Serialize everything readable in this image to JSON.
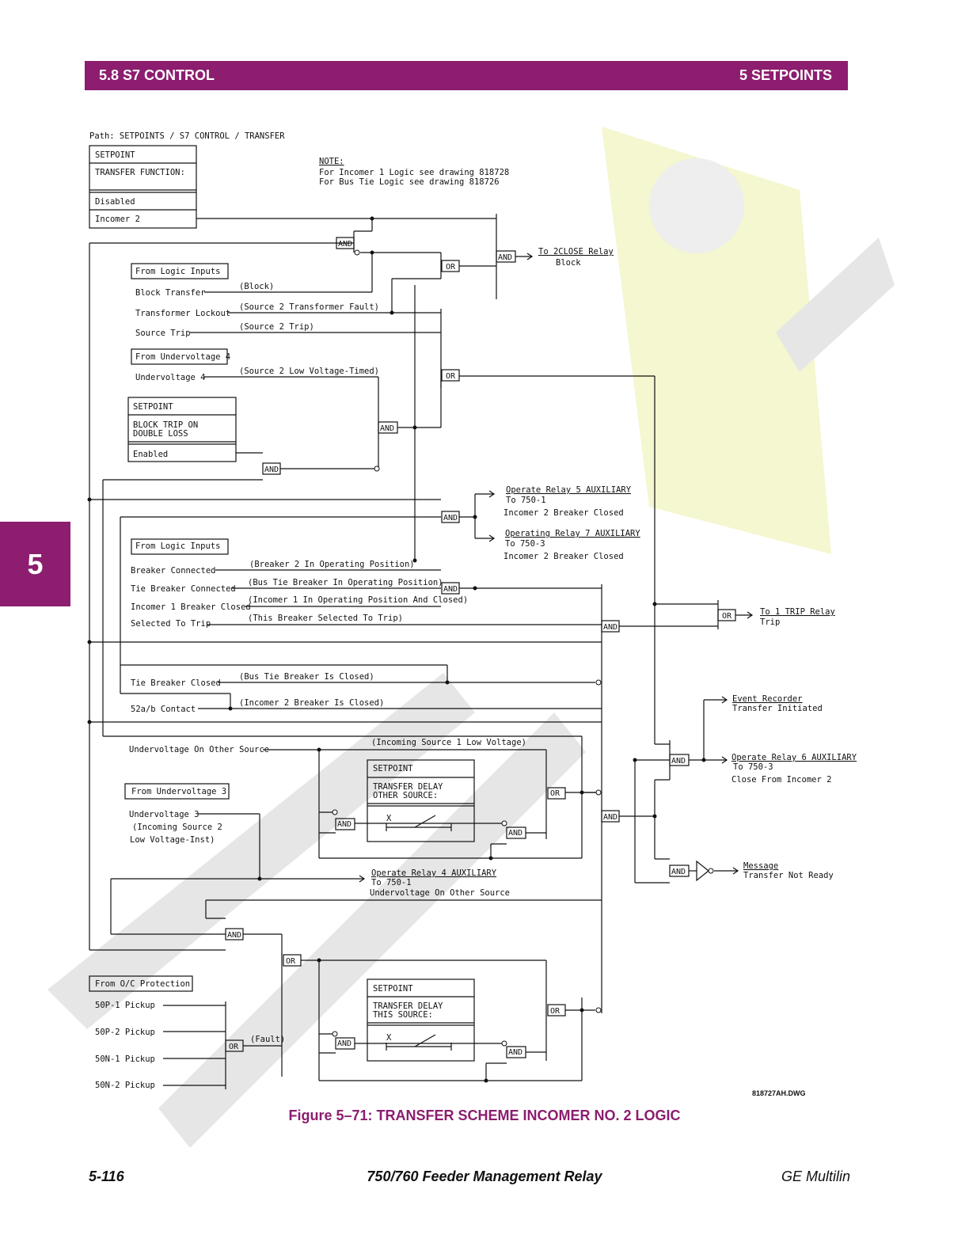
{
  "header": {
    "left": "5.8 S7 CONTROL",
    "right": "5 SETPOINTS"
  },
  "side_tab": "5",
  "diagram": {
    "path": "Path:  SETPOINTS  /  S7  CONTROL  /  TRANSFER",
    "note_title": "NOTE:",
    "note_line1": "For  Incomer  1  Logic  see  drawing  818728",
    "note_line2": "For  Bus  Tie  Logic  see  drawing  818726",
    "sp1": {
      "title": "SETPOINT",
      "name": "TRANSFER  FUNCTION:",
      "opt1": "Disabled",
      "opt2": "Incomer  2"
    },
    "from_logic_1": "From  Logic  Inputs",
    "block_transfer": "Block  Transfer",
    "transformer_lockout": "Transformer  Lockout",
    "source_trip": "Source  Trip",
    "sig_block": "(Block)",
    "sig_src2_tx_fault": "(Source  2  Transformer  Fault)",
    "sig_src2_trip": "(Source  2  Trip)",
    "from_uv4": "From  Undervoltage  4",
    "undervoltage4": "Undervoltage  4",
    "sig_src2_lv_timed": "(Source  2  Low  Voltage-Timed)",
    "sp2": {
      "title": "SETPOINT",
      "name1": "BLOCK  TRIP  ON",
      "name2": "DOUBLE  LOSS",
      "opt": "Enabled"
    },
    "out_2close_1": "To  2CLOSE  Relay",
    "out_2close_2": "Block",
    "op_relay5_1": "Operate  Relay  5  AUXILIARY",
    "op_relay5_2": "To  750-1",
    "op_relay5_3": "Incomer  2  Breaker  Closed",
    "op_relay7_1": "Operating  Relay  7  AUXILIARY",
    "op_relay7_2": "To  750-3",
    "op_relay7_3": "Incomer  2  Breaker  Closed",
    "from_logic_2": "From  Logic  Inputs",
    "breaker_connected": "Breaker  Connected",
    "tie_breaker_connected": "Tie  Breaker  Connected",
    "incomer1_breaker_closed": "Incomer  1  Breaker  Closed",
    "selected_to_trip": "Selected  To  Trip",
    "sig_brk2_op_pos": "(Breaker  2  In  Operating  Position)",
    "sig_bus_tie_op_pos": "(Bus  Tie  Breaker  In  Operating  Position)",
    "sig_inc1_op_pos_closed": "(Incomer  1  In  Operating  Position  And  Closed)",
    "sig_this_brk_sel": "(This  Breaker  Selected  To  Trip)",
    "out_trip_1": "To  1  TRIP  Relay",
    "out_trip_2": "Trip",
    "tie_breaker_closed": "Tie  Breaker  Closed",
    "sig_bus_tie_closed": "(Bus  Tie  Breaker  Is  Closed)",
    "contact_52ab": "52a/b  Contact",
    "sig_inc2_closed": "(Incomer  2  Breaker  Is  Closed)",
    "event_rec_1": "Event  Recorder",
    "event_rec_2": "Transfer  Initiated",
    "uv_other_source": "Undervoltage  On  Other  Source",
    "sig_inc_src1_lv": "(Incoming  Source  1  Low  Voltage)",
    "sp3": {
      "title": "SETPOINT",
      "name1": "TRANSFER  DELAY",
      "name2": "OTHER  SOURCE:"
    },
    "op_relay6_1": "Operate  Relay  6  AUXILIARY",
    "op_relay6_2": "To  750-3",
    "op_relay6_3": "Close  From  Incomer  2",
    "from_uv3": "From  Undervoltage  3",
    "undervoltage3": "Undervoltage  3",
    "sig_inc_src2_1": "(Incoming  Source  2",
    "sig_inc_src2_2": "Low  Voltage-Inst)",
    "message_1": "Message",
    "message_2": "Transfer  Not  Ready",
    "op_relay4_1": "Operate  Relay  4  AUXILIARY",
    "op_relay4_2": "To  750-1",
    "op_relay4_3": "Undervoltage  On  Other  Source",
    "from_oc": "From  O/C  Protection",
    "p50p1": "50P-1  Pickup",
    "p50p2": "50P-2  Pickup",
    "p50n1": "50N-1  Pickup",
    "p50n2": "50N-2  Pickup",
    "sig_fault": "(Fault)",
    "sp4": {
      "title": "SETPOINT",
      "name1": "TRANSFER  DELAY",
      "name2": "THIS  SOURCE:"
    },
    "x_label": "X",
    "gate_and": "AND",
    "gate_or": "OR",
    "drawing_no": "818727AH.DWG"
  },
  "caption": "Figure 5–71: TRANSFER SCHEME INCOMER NO. 2 LOGIC",
  "footer": {
    "left": "5-116",
    "center": "750/760 Feeder Management Relay",
    "right": "GE Multilin"
  },
  "colors": {
    "brand": "#8c1d6f",
    "watermark_gray": "#e3e3e3",
    "watermark_yellow": "#f4f7cf"
  }
}
